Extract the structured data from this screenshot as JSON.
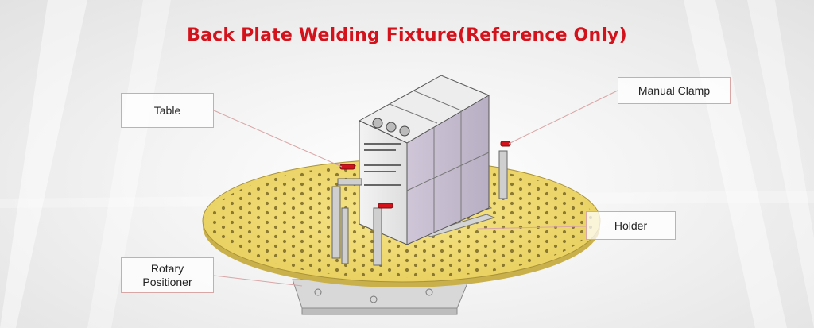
{
  "title": "Back Plate Welding Fixture(Reference Only)",
  "colors": {
    "title": "#d3121b",
    "table_surface": "#f1dc78",
    "cabinet": "#c8bfd0",
    "leader_line": "#d9a6a6"
  },
  "callouts": {
    "table": "Table",
    "manual_clamp": "Manual Clamp",
    "holder": "Holder",
    "rotary_line1": "Rotary",
    "rotary_line2": "Positioner"
  }
}
